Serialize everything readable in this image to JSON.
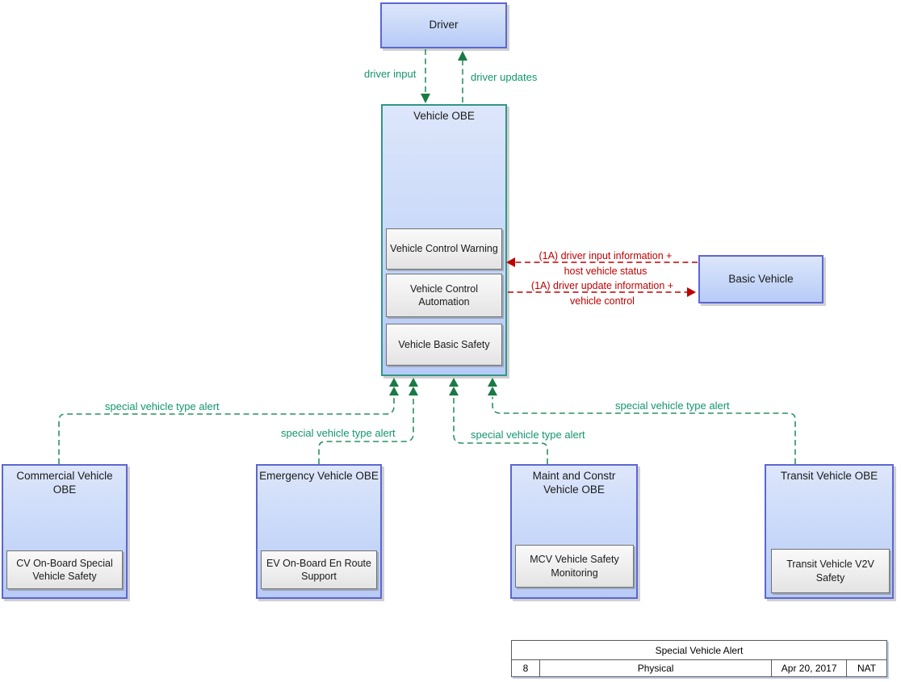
{
  "nodes": {
    "driver": {
      "label": "Driver"
    },
    "vehicle_obe": {
      "label": "Vehicle OBE",
      "functions": [
        "Vehicle Control Warning",
        "Vehicle Control Automation",
        "Vehicle Basic Safety"
      ]
    },
    "basic_vehicle": {
      "label": "Basic Vehicle"
    },
    "commercial_vehicle_obe": {
      "label": "Commercial Vehicle OBE",
      "functions": [
        "CV On-Board Special Vehicle Safety"
      ]
    },
    "emergency_vehicle_obe": {
      "label": "Emergency Vehicle OBE",
      "functions": [
        "EV On-Board En Route Support"
      ]
    },
    "maint_constr_vehicle_obe": {
      "label": "Maint and Constr Vehicle OBE",
      "functions": [
        "MCV Vehicle Safety Monitoring"
      ]
    },
    "transit_vehicle_obe": {
      "label": "Transit Vehicle OBE",
      "functions": [
        "Transit Vehicle V2V Safety"
      ]
    }
  },
  "flows": {
    "driver_input": {
      "label": "driver input"
    },
    "driver_updates": {
      "label": "driver updates"
    },
    "input_info": {
      "line1": "(1A) driver input information +",
      "line2": "host vehicle status"
    },
    "update_info": {
      "line1": "(1A) driver update information +",
      "line2": "vehicle control"
    },
    "special_alerts": [
      "special vehicle type alert",
      "special vehicle type alert",
      "special vehicle type alert",
      "special vehicle type alert"
    ]
  },
  "legend_table": {
    "title": "Special Vehicle Alert",
    "row": {
      "number": "8",
      "layer": "Physical",
      "date": "Apr 20, 2017",
      "org": "NAT"
    }
  },
  "colors": {
    "node_fill_top": "#dde6fb",
    "node_fill_bottom": "#b7cbf7",
    "node_border": "#5c66d2",
    "vehicle_obe_border": "#2e9887",
    "function_fill": "#efefef",
    "function_border": "#707070",
    "flow_green": "#12956c",
    "flow_green_arrow": "#1a7a45",
    "flow_red": "#c00000"
  }
}
